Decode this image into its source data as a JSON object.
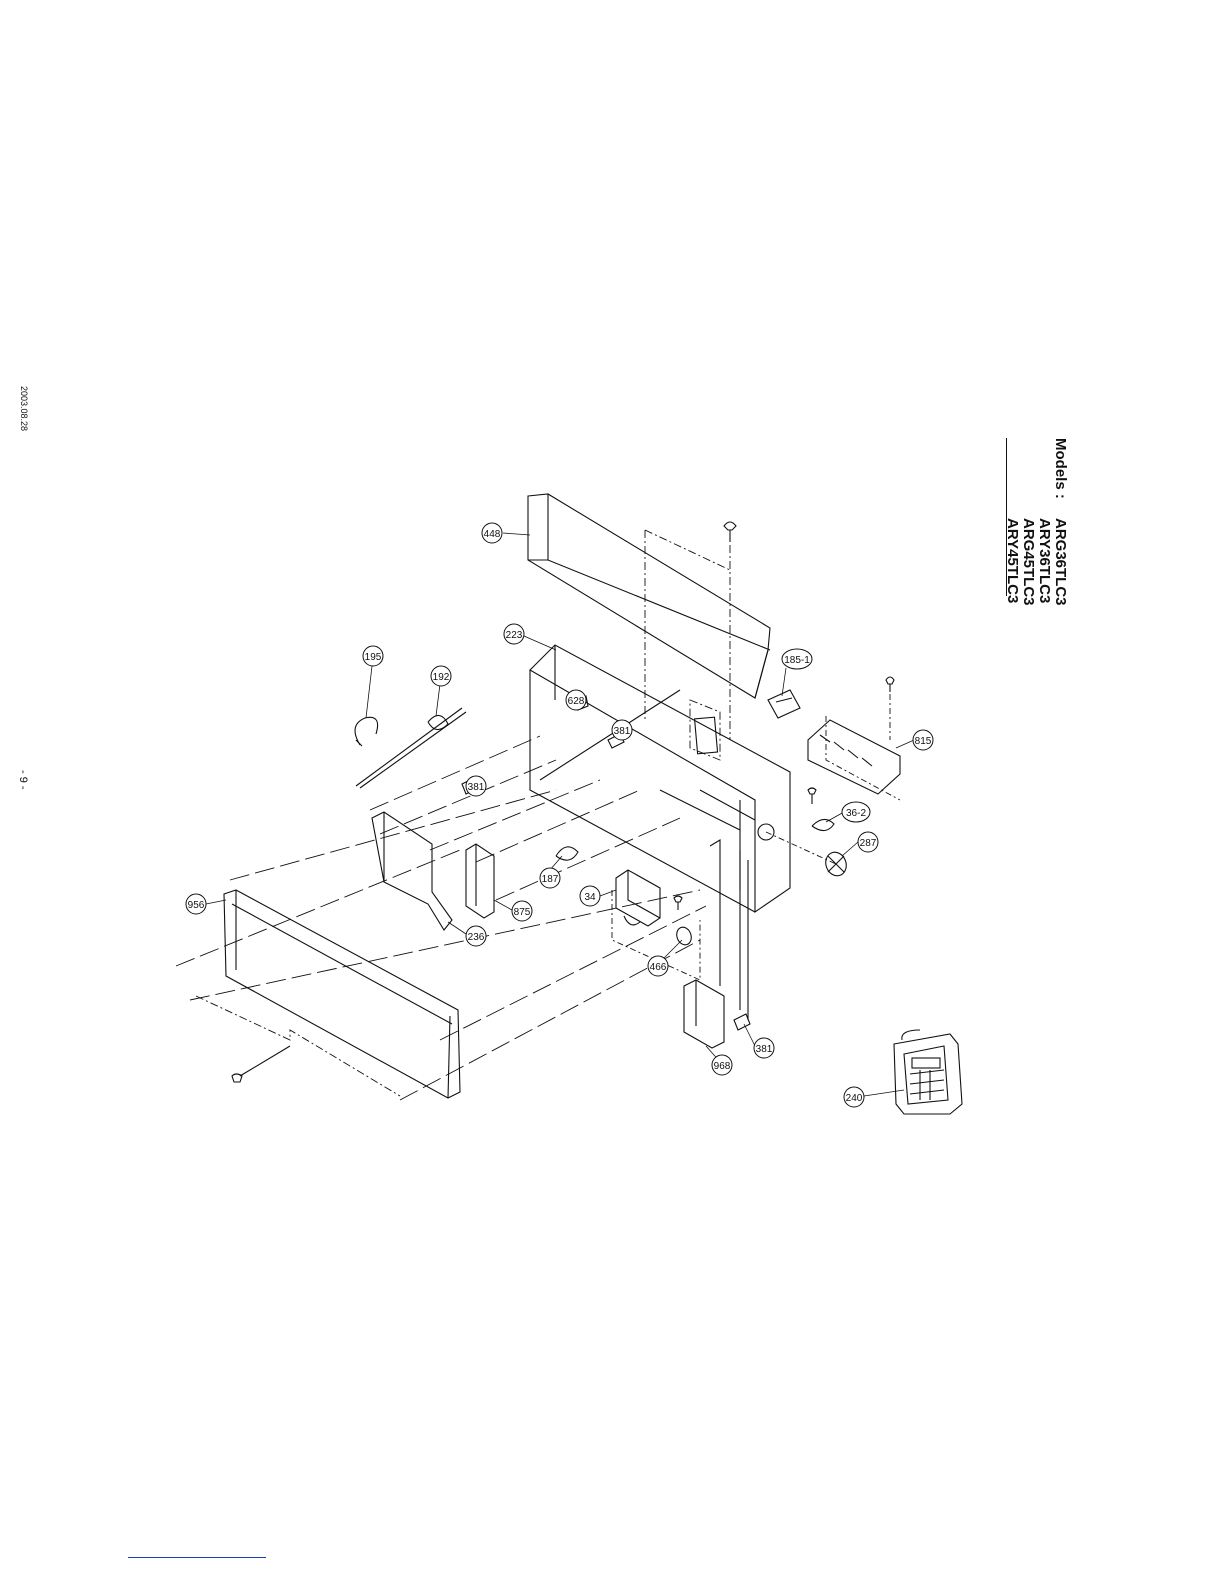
{
  "date": "2003.08.28",
  "page_number": "- 9 -",
  "models": {
    "label": "Models :",
    "list": [
      "ARG36TLC3",
      "ARY36TLC3",
      "ARG45TLC3",
      "ARY45TLC3"
    ]
  },
  "callouts": [
    "448",
    "223",
    "195",
    "192",
    "628",
    "381",
    "381",
    "185-1",
    "815",
    "36-2",
    "287",
    "187",
    "875",
    "236",
    "956",
    "34",
    "466",
    "968",
    "381",
    "240"
  ]
}
